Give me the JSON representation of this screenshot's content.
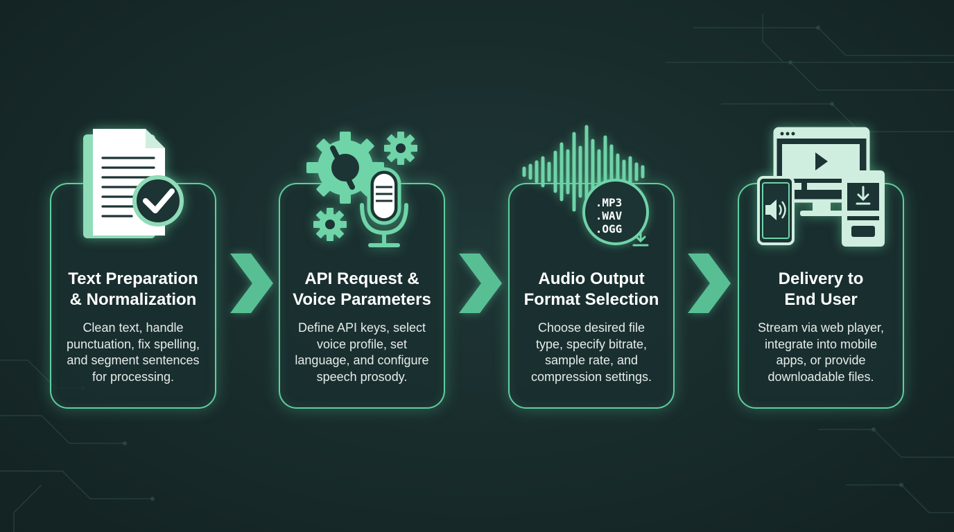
{
  "steps": [
    {
      "title": "Text Preparation\n& Normalization",
      "description": "Clean text, handle\npunctuation, fix spelling,\nand segment sentences\nfor processing.",
      "icon": "document-check-icon"
    },
    {
      "title": "API Request &\nVoice Parameters",
      "description": "Define API keys, select\nvoice profile, set\nlanguage, and configure\nspeech prosody.",
      "icon": "gears-microphone-icon"
    },
    {
      "title": "Audio Output\nFormat Selection",
      "description": "Choose desired file\ntype, specify bitrate,\nsample rate, and\ncompression settings.",
      "icon": "waveform-format-icon",
      "formats": [
        ".MP3",
        ".WAV",
        ".OGG"
      ]
    },
    {
      "title": "Delivery to\nEnd User",
      "description": "Stream via web player,\nintegrate into mobile\napps, or provide\ndownloadable files.",
      "icon": "devices-icon"
    }
  ],
  "colors": {
    "background": "#182b2b",
    "accent": "#5fcf9f",
    "icon_fill": "#cfeee0",
    "text": "#ffffff"
  }
}
